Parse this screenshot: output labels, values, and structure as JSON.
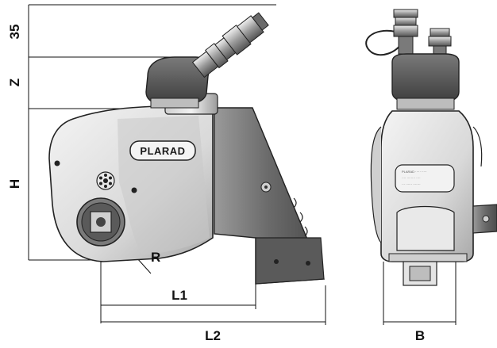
{
  "brand": "PLARAD",
  "dimensions": {
    "d35": "35",
    "z": "Z",
    "h": "H",
    "r": "R",
    "l1": "L1",
    "l2": "L2",
    "b": "B"
  },
  "colors": {
    "line": "#111111",
    "body_light": "#e6e6e6",
    "body_mid": "#bdbdbd",
    "body_dark": "#6e6e6e",
    "head_dark": "#4a4a4a"
  },
  "icons": [
    "hydraulic-swivel-coupling-icon",
    "cog-icon",
    "square-drive-icon"
  ]
}
